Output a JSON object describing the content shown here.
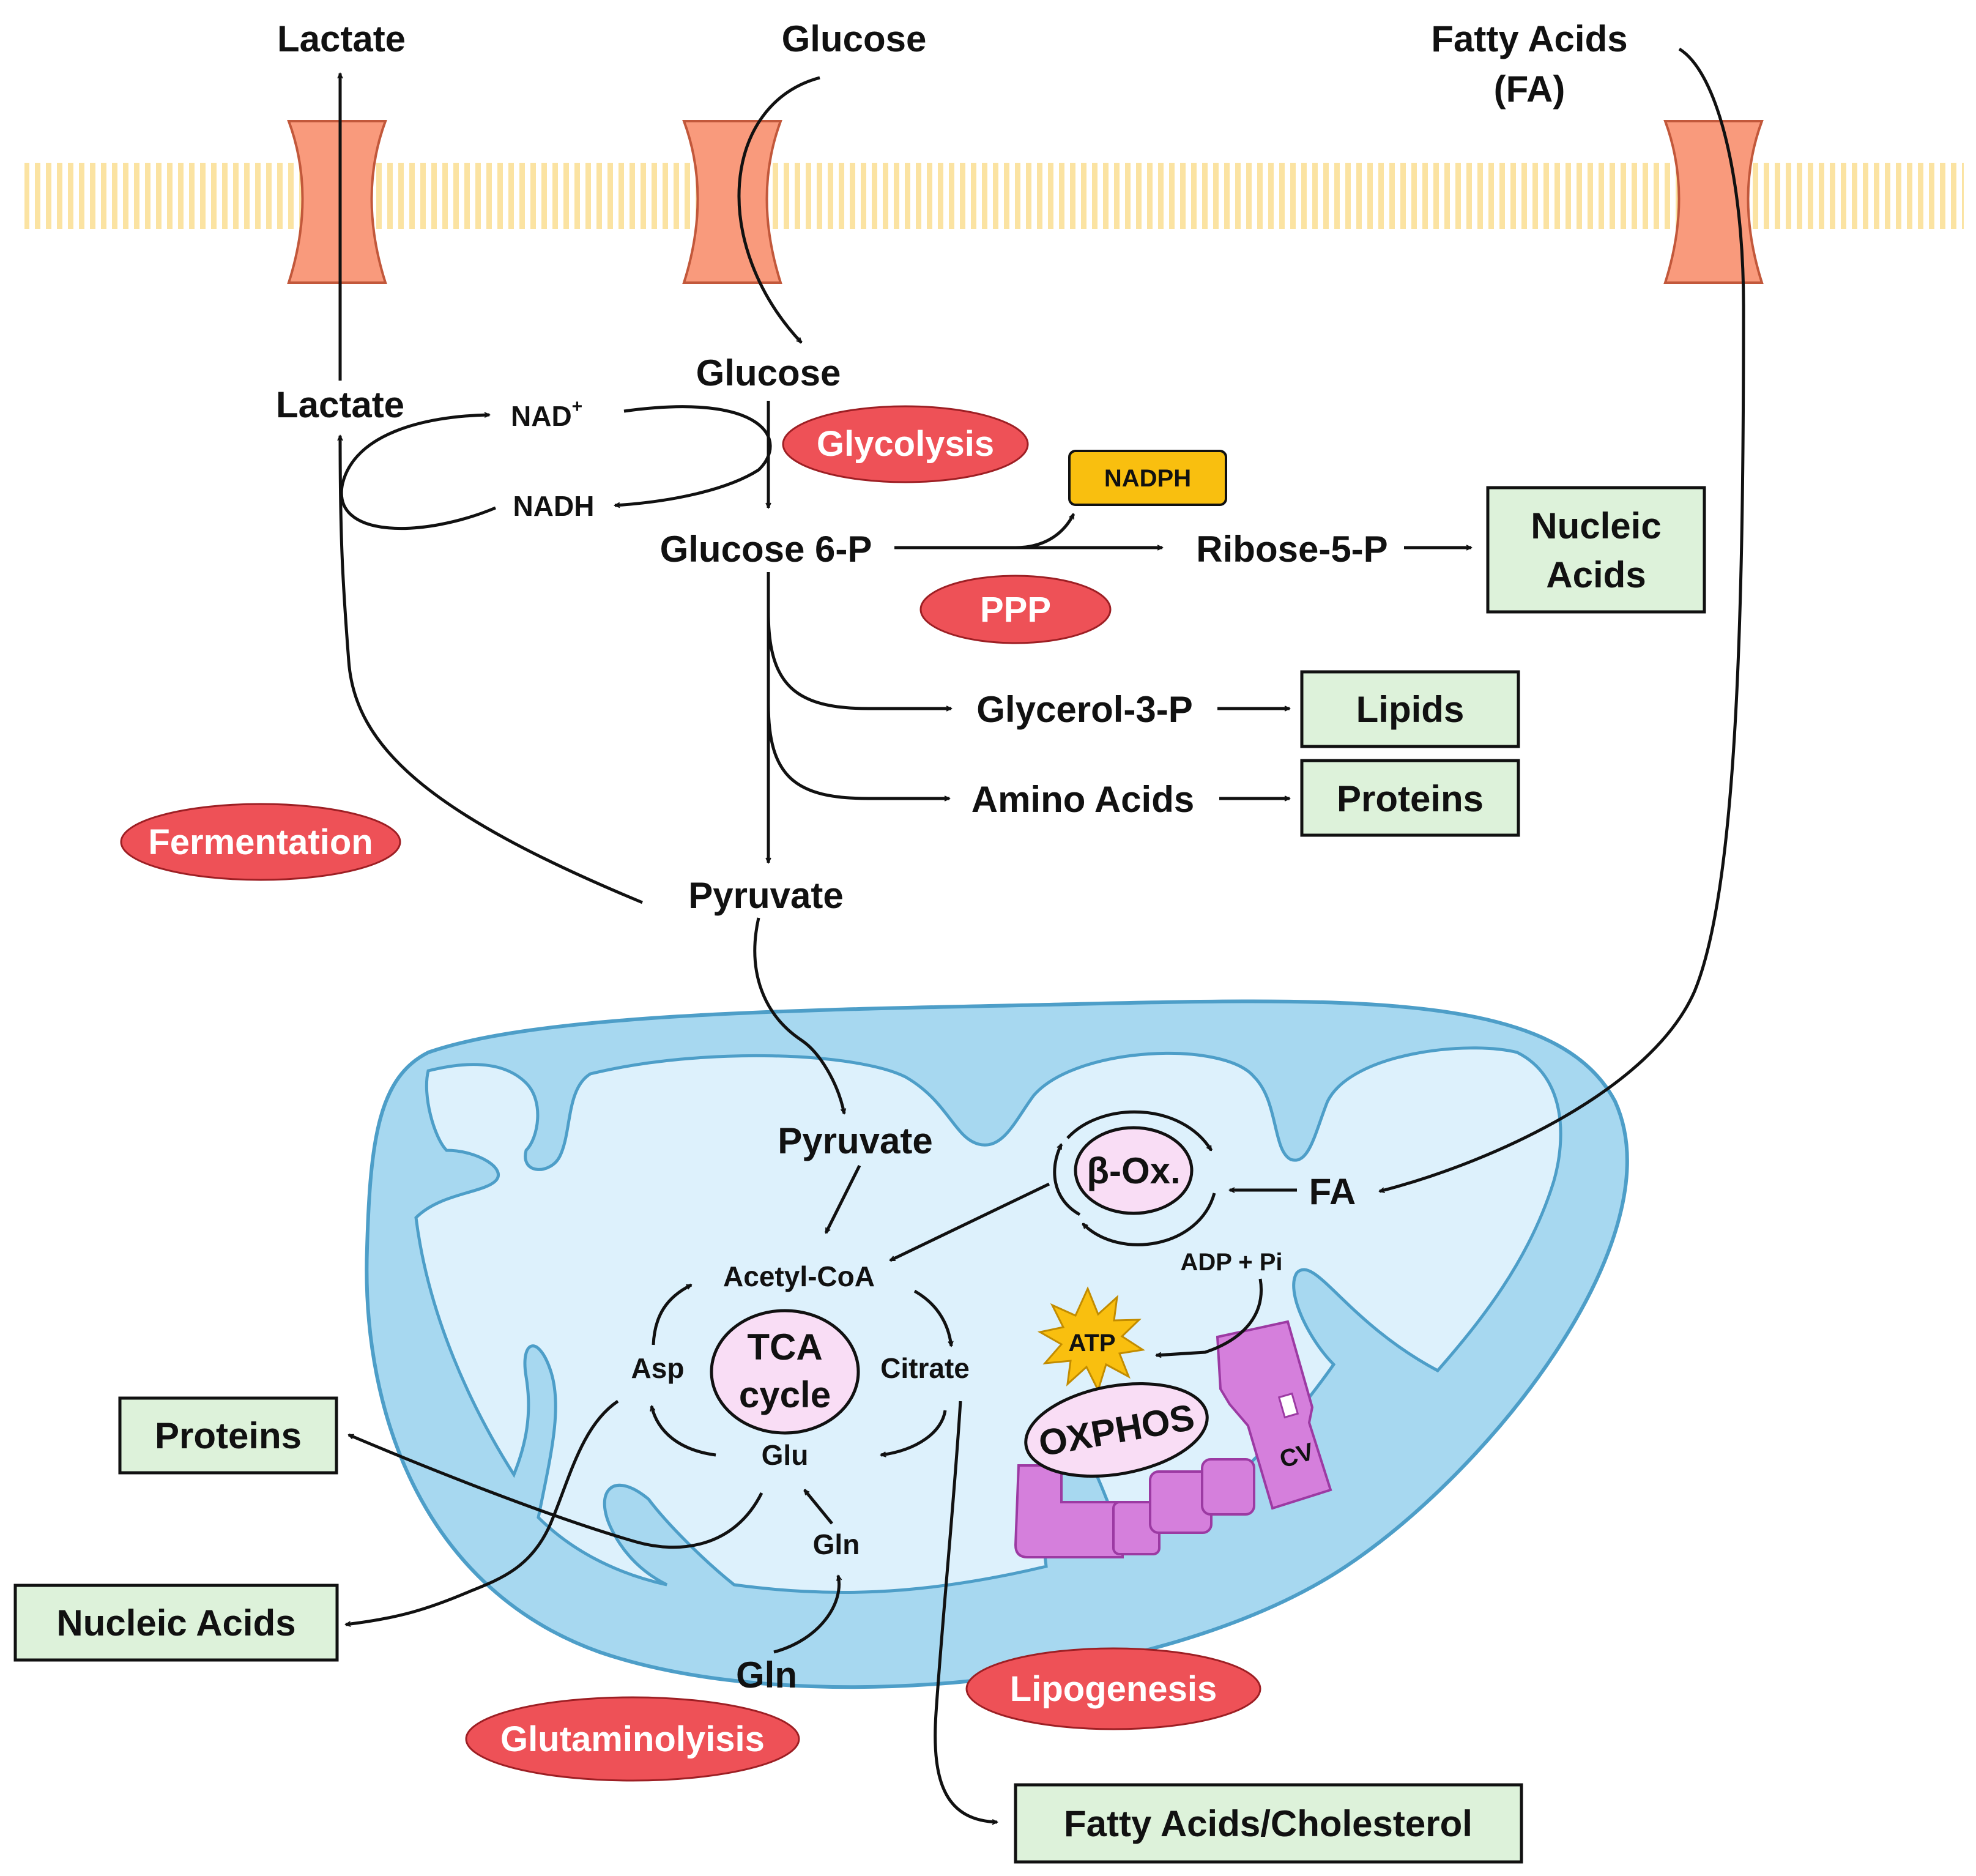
{
  "outside": {
    "lactate": "Lactate",
    "glucose": "Glucose",
    "fatty_acids_line1": "Fatty Acids",
    "fatty_acids_line2": "(FA)"
  },
  "cytosol": {
    "glucose": "Glucose",
    "lactate": "Lactate",
    "nad": "NAD",
    "nad_sup": "+",
    "nadh": "NADH",
    "glucose6p": "Glucose 6-P",
    "nadph": "NADPH",
    "ribose5p": "Ribose-5-P",
    "glycerol3p": "Glycerol-3-P",
    "amino_acids": "Amino Acids",
    "pyruvate": "Pyruvate",
    "gln": "Gln"
  },
  "pathways": {
    "glycolysis": "Glycolysis",
    "ppp": "PPP",
    "fermentation": "Fermentation",
    "glutaminolysis": "Glutaminolyisis",
    "lipogenesis": "Lipogenesis"
  },
  "products": {
    "nucleic_acids_top_line1": "Nucleic",
    "nucleic_acids_top_line2": "Acids",
    "lipids": "Lipids",
    "proteins_right": "Proteins",
    "proteins_left": "Proteins",
    "nucleic_acids_left": "Nucleic Acids",
    "fatty_acids_cholesterol": "Fatty Acids/Cholesterol"
  },
  "mitochondrion": {
    "pyruvate": "Pyruvate",
    "beta_ox": "β-Ox.",
    "fa": "FA",
    "acetyl_coa": "Acetyl-CoA",
    "tca_line1": "TCA",
    "tca_line2": "cycle",
    "citrate": "Citrate",
    "asp": "Asp",
    "glu": "Glu",
    "gln": "Gln",
    "adp_pi": "ADP + Pi",
    "atp": "ATP",
    "oxphos": "OXPHOS",
    "cv": "CV"
  },
  "colors": {
    "membrane": "#FBE3A2",
    "transporter": "#F99A7C",
    "pathway_pill": "#EE5157",
    "product_box": "#DDF2DA",
    "nadph_box": "#F9BF0F",
    "mito_outer": "#A7D8F0",
    "mito_inner": "#DDF1FC",
    "enzyme_complex": "#D57FDC",
    "inner_circle": "#F9DDF5",
    "atp_star": "#F9BF0F"
  }
}
